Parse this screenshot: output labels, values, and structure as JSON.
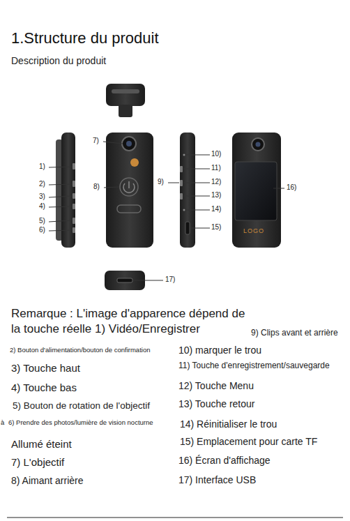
{
  "diagram": {
    "title": "1.Structure du produit",
    "labels": [
      "Description du produit",
      "7)",
      "10)",
      "1)",
      "11)",
      "2)",
      "12)",
      "3)",
      "4)",
      "8)",
      "9)",
      "16)",
      "13)",
      "14)",
      "5)",
      "6)",
      "15)",
      "LOGO",
      "17)",
      "Remarque : L'image d'apparence dépend de la touche réelle 1) Vidéo/Enregistrer",
      "9) Clips avant et arrière",
      "2) Bouton d'alimentation/bouton de confirmation",
      "10) marquer le trou",
      "3) Touche haut",
      "11) Touche d'enregistrement/sauvegarde",
      "4) Touche bas",
      "12) Touche Menu",
      "5) Bouton de rotation de l'objectif",
      "13) Touche retour",
      "à",
      "6) Prendre des photos/lumière de vision nocturne",
      "14) Réinitialiser le trou",
      "Allumé éteint",
      "15) Emplacement pour carte TF",
      "7) L'objectif",
      "16) Écran d'affichage",
      "8) Aimant arrière",
      "17) Interface USB"
    ]
  }
}
